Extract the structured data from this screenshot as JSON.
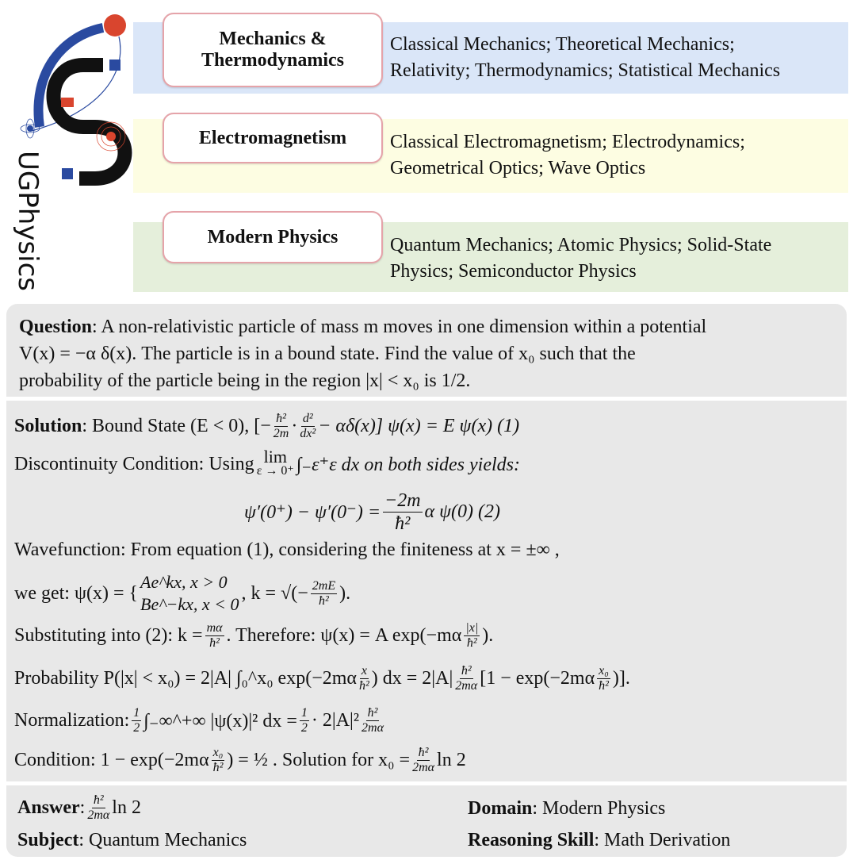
{
  "logo": {
    "text": "UGPhysics"
  },
  "categories": [
    {
      "name": "Mechanics & Thermodynamics",
      "desc_line1": "Classical Mechanics; Theoretical Mechanics;",
      "desc_line2": "Relativity; Thermodynamics; Statistical Mechanics",
      "color": "#dae6f8"
    },
    {
      "name": "Electromagnetism",
      "desc_line1": "Classical Electromagnetism; Electrodynamics;",
      "desc_line2": "Geometrical Optics; Wave Optics",
      "color": "#fdfde2"
    },
    {
      "name": "Modern Physics",
      "desc_line1": "Quantum Mechanics; Atomic Physics; Solid-State",
      "desc_line2": "Physics; Semiconductor Physics",
      "color": "#e5efdb"
    }
  ],
  "question": {
    "label": "Question",
    "line1": ": A non-relativistic particle of mass m moves in one dimension within a potential",
    "line2": "V(x) = −α δ(x). The particle is in a bound state. Find the value of  x₀ such that the",
    "line3": "probability of the particle being in the region |x| <  x₀  is  1/2."
  },
  "solution": {
    "label": "Solution",
    "l1a": ": Bound State (E < 0), [−",
    "l1b": "ħ²",
    "l1c": "2m",
    "l1d": "·",
    "l1e": "d²",
    "l1f": "dx²",
    "l1g": " − αδ(x)] ψ(x) = E ψ(x) (1)",
    "l2a": "Discontinuity Condition: Using ",
    "l2b": "lim",
    "l2c": "ε → 0⁺",
    "l2d": "∫₋ε⁺ε dx on both sides yields:",
    "l3a": "ψ′(0⁺)  −  ψ′(0⁻) = ",
    "l3b": "−2m",
    "l3c": "ħ²",
    "l3d": " α ψ(0) (2)",
    "l4": "Wavefunction: From equation (1), considering the finiteness at x =  ±∞ ,",
    "l5a": "we get: ψ(x) = {",
    "l5b": "Ae^kx,    x > 0",
    "l5c": "Be^−kx,   x < 0",
    "l5d": ", k = √(−",
    "l5e": "2mE",
    "l5f": "ħ²",
    "l5g": ").",
    "l6a": "Substituting into (2): k = ",
    "l6b": "mα",
    "l6c": "ħ²",
    "l6d": ". Therefore: ψ(x) = A exp(−mα",
    "l6e": "|x|",
    "l6f": "ħ²",
    "l6g": ").",
    "l7a": "Probability P(|x| <  x₀) = 2|A| ∫₀^x₀ exp(−2mα",
    "l7b": "x",
    "l7c": "ħ²",
    "l7d": ") dx = 2|A|",
    "l7e": "ħ²",
    "l7f": "2mα",
    "l7g": "[1 − exp(−2mα",
    "l7h": "x₀",
    "l7i": "ħ²",
    "l7j": ")].",
    "l8a": "Normalization: ",
    "l8b": "1",
    "l8c": "2",
    "l8d": " ∫₋∞^+∞ |ψ(x)|² dx = ",
    "l8e": "1",
    "l8f": "2",
    "l8g": " · 2|A|²",
    "l8h": "ħ²",
    "l8i": "2mα",
    "l9a": "Condition: 1 − exp(−2mα",
    "l9b": "x₀",
    "l9c": "ħ²",
    "l9d": ")  =  ½ . Solution for x₀ = ",
    "l9e": "ħ²",
    "l9f": "2mα",
    "l9g": "ln 2"
  },
  "answer": {
    "label": "Answer",
    "num": "ħ²",
    "den": "2mα",
    "tail": "ln 2"
  },
  "subject": {
    "label": "Subject",
    "value": ": Quantum Mechanics"
  },
  "domain": {
    "label": "Domain",
    "value": ": Modern Physics"
  },
  "skill": {
    "label": "Reasoning Skill",
    "value": ": Math Derivation"
  }
}
